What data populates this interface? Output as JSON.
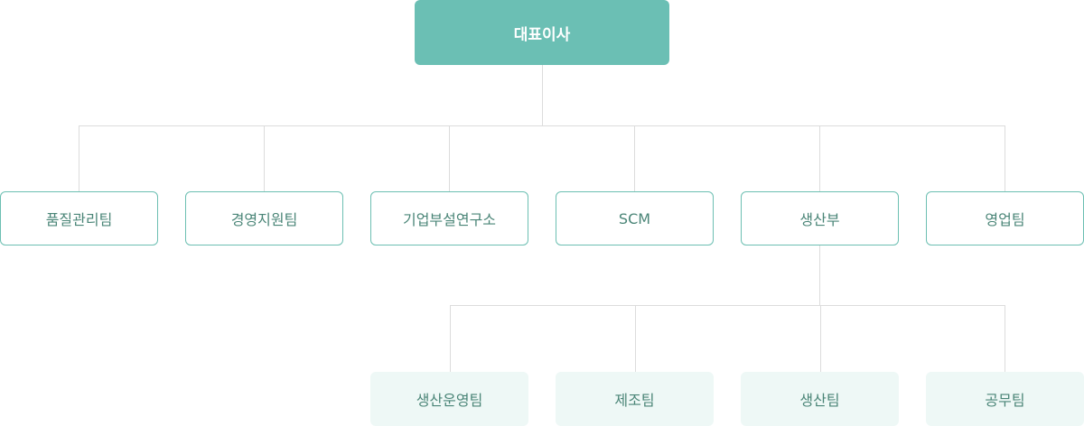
{
  "ceo": "대표이사",
  "departments": [
    "품질관리팀",
    "경영지원팀",
    "기업부설연구소",
    "SCM",
    "생산부",
    "영업팀"
  ],
  "production_teams": [
    "생산운영팀",
    "제조팀",
    "생산팀",
    "공무팀"
  ]
}
